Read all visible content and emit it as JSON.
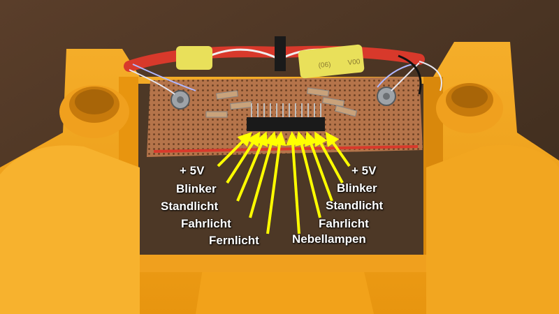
{
  "photo": {
    "subject": "bottom view of a yellow toy car housing with a perfboard and pin header",
    "colors": {
      "housing": "#f2a21a",
      "housing_dark": "#c77a0c",
      "wood": "#4a3322",
      "board": "#b5744a",
      "header": "#1a1a1a",
      "resistor": "#c9a27a",
      "tube_red": "#d8392b",
      "tape_yellow": "#e9e05a",
      "arrow": "#ffff00"
    },
    "tape_print": [
      "V00",
      "(06)"
    ]
  },
  "labels": {
    "left": [
      "+ 5V",
      "Blinker",
      "Standlicht",
      "Fahrlicht",
      "Fernlicht"
    ],
    "right": [
      "+ 5V",
      "Blinker",
      "Standlicht",
      "Fahrlicht",
      "Nebellampen"
    ]
  }
}
